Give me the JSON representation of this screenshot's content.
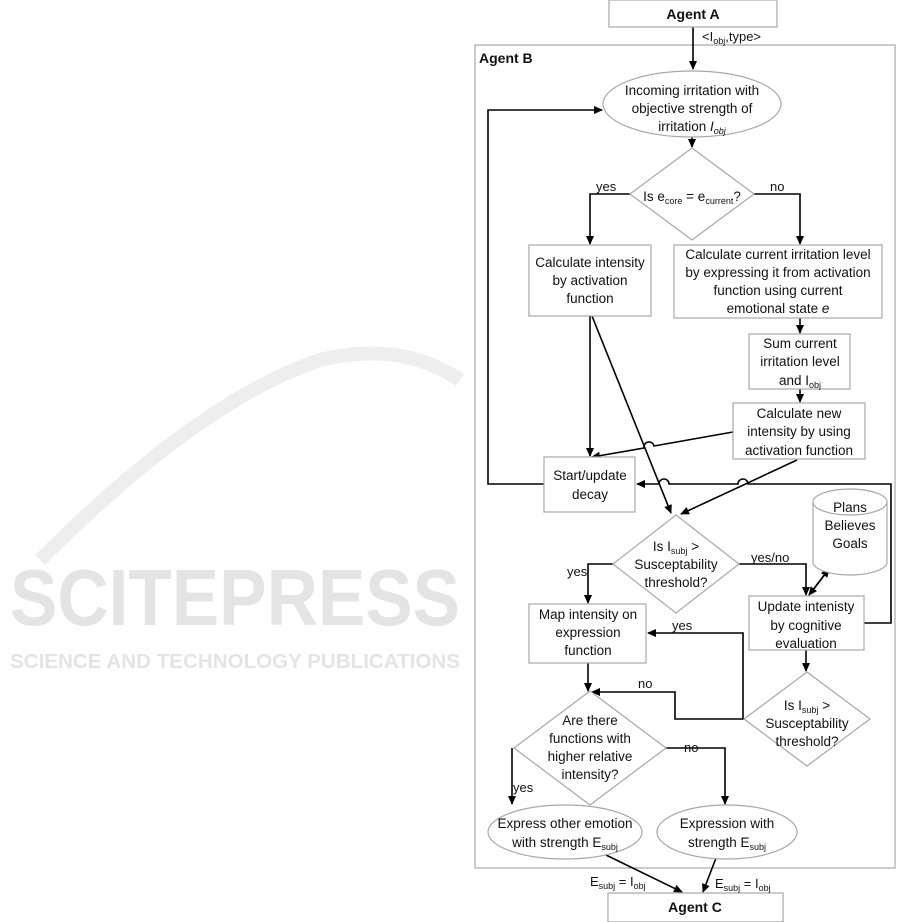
{
  "watermark": {
    "title": "SCITEPRESS",
    "subtitle": "SCIENCE AND TECHNOLOGY PUBLICATIONS"
  },
  "frame_label": "Agent B",
  "nodes": {
    "agent_a": {
      "lines": [
        [
          {
            "t": "Agent A",
            "s": "b"
          }
        ]
      ]
    },
    "agent_c": {
      "lines": [
        [
          {
            "t": "Agent C",
            "s": "b"
          }
        ]
      ]
    },
    "incoming": {
      "lines": [
        [
          {
            "t": "Incoming irritation with"
          }
        ],
        [
          {
            "t": "objective strength of"
          }
        ],
        [
          {
            "t": "irritation "
          },
          {
            "t": "I",
            "s": "i"
          },
          {
            "t": "obj",
            "s": "subi"
          }
        ]
      ]
    },
    "is_core": {
      "lines": [
        [
          {
            "t": "Is e"
          },
          {
            "t": "core",
            "s": "sub"
          },
          {
            "t": " = e"
          },
          {
            "t": "current",
            "s": "sub"
          },
          {
            "t": "?"
          }
        ]
      ]
    },
    "calc_intensity": {
      "lines": [
        [
          {
            "t": "Calculate intensity"
          }
        ],
        [
          {
            "t": "by activation"
          }
        ],
        [
          {
            "t": "function"
          }
        ]
      ]
    },
    "calc_current": {
      "lines": [
        [
          {
            "t": "Calculate current irritation level"
          }
        ],
        [
          {
            "t": "by expressing it from activation"
          }
        ],
        [
          {
            "t": "function using current"
          }
        ],
        [
          {
            "t": "emotional state "
          },
          {
            "t": "e",
            "s": "i"
          }
        ]
      ]
    },
    "sum_current": {
      "lines": [
        [
          {
            "t": "Sum current"
          }
        ],
        [
          {
            "t": "irritation level"
          }
        ],
        [
          {
            "t": "and I"
          },
          {
            "t": "obj",
            "s": "sub"
          }
        ]
      ]
    },
    "calc_new": {
      "lines": [
        [
          {
            "t": "Calculate new"
          }
        ],
        [
          {
            "t": "intensity by using"
          }
        ],
        [
          {
            "t": "activation function"
          }
        ]
      ]
    },
    "decay": {
      "lines": [
        [
          {
            "t": "Start/update"
          }
        ],
        [
          {
            "t": "decay"
          }
        ]
      ]
    },
    "threshold1": {
      "lines": [
        [
          {
            "t": "Is I"
          },
          {
            "t": "subj",
            "s": "sub"
          },
          {
            "t": " >"
          }
        ],
        [
          {
            "t": "Susceptability"
          }
        ],
        [
          {
            "t": "threshold?"
          }
        ]
      ]
    },
    "store": {
      "lines": [
        [
          {
            "t": "Plans"
          }
        ],
        [
          {
            "t": "Believes"
          }
        ],
        [
          {
            "t": "Goals"
          }
        ]
      ]
    },
    "update_cog": {
      "lines": [
        [
          {
            "t": "Update intenisty"
          }
        ],
        [
          {
            "t": "by cognitive"
          }
        ],
        [
          {
            "t": "evaluation"
          }
        ]
      ]
    },
    "map_intensity": {
      "lines": [
        [
          {
            "t": "Map intensity on"
          }
        ],
        [
          {
            "t": "expression"
          }
        ],
        [
          {
            "t": "function"
          }
        ]
      ]
    },
    "threshold2": {
      "lines": [
        [
          {
            "t": "Is I"
          },
          {
            "t": "subj",
            "s": "sub"
          },
          {
            "t": " >"
          }
        ],
        [
          {
            "t": "Susceptability"
          }
        ],
        [
          {
            "t": "threshold?"
          }
        ]
      ]
    },
    "higher": {
      "lines": [
        [
          {
            "t": "Are there"
          }
        ],
        [
          {
            "t": "functions with"
          }
        ],
        [
          {
            "t": "higher relative"
          }
        ],
        [
          {
            "t": "intensity?"
          }
        ]
      ]
    },
    "express_other": {
      "lines": [
        [
          {
            "t": "Express other emotion"
          }
        ],
        [
          {
            "t": "with strength E"
          },
          {
            "t": "subj",
            "s": "sub"
          }
        ]
      ]
    },
    "expression": {
      "lines": [
        [
          {
            "t": "Expression with"
          }
        ],
        [
          {
            "t": "strength E"
          },
          {
            "t": "subj",
            "s": "sub"
          }
        ]
      ]
    }
  },
  "edge_labels": {
    "input": [
      {
        "t": "<I"
      },
      {
        "t": "obj",
        "s": "sub"
      },
      {
        "t": ",type>"
      }
    ],
    "core_yes": [
      {
        "t": "yes"
      }
    ],
    "core_no": [
      {
        "t": "no"
      }
    ],
    "thr1_yes": [
      {
        "t": "yes"
      }
    ],
    "thr1_yesno": [
      {
        "t": "yes/no"
      }
    ],
    "thr2_yes": [
      {
        "t": "yes"
      }
    ],
    "thr2_no": [
      {
        "t": "no"
      }
    ],
    "higher_yes": [
      {
        "t": "yes"
      }
    ],
    "higher_no": [
      {
        "t": "no"
      }
    ],
    "out_left": [
      {
        "t": "E"
      },
      {
        "t": "subj",
        "s": "sub"
      },
      {
        "t": " = I"
      },
      {
        "t": "obj",
        "s": "sub"
      }
    ],
    "out_right": [
      {
        "t": "E"
      },
      {
        "t": "subj",
        "s": "sub"
      },
      {
        "t": " = I"
      },
      {
        "t": "obj",
        "s": "sub"
      }
    ]
  }
}
